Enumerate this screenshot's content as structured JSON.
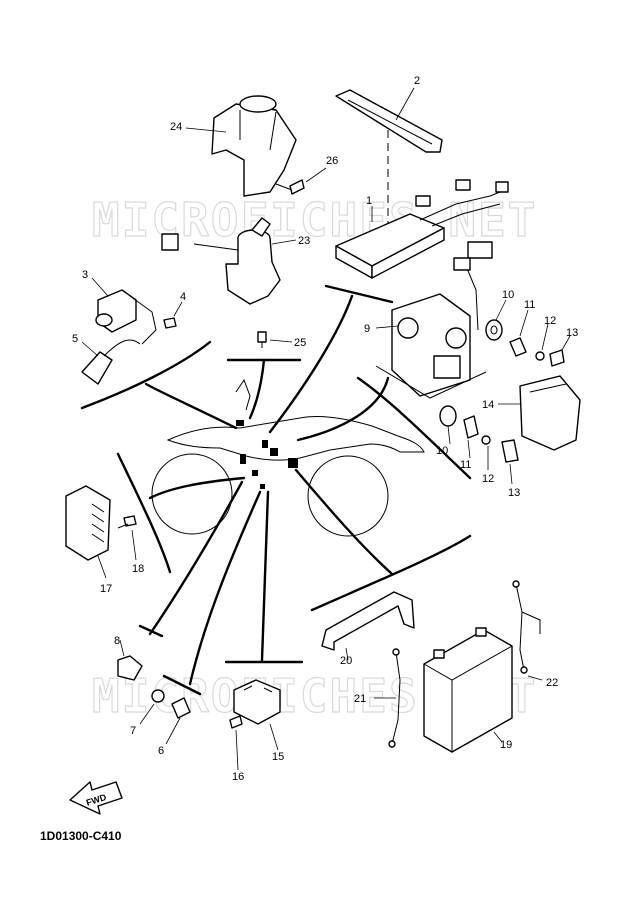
{
  "watermark": "MICROFICHES.NET",
  "diagram_code": "1D01300-C410",
  "fwd_label": "FWD",
  "part_labels": {
    "p1": "1",
    "p2": "2",
    "p3": "3",
    "p4": "4",
    "p5": "5",
    "p6": "6",
    "p7": "7",
    "p8": "8",
    "p9": "9",
    "p10a": "10",
    "p10b": "10",
    "p11a": "11",
    "p11b": "11",
    "p12a": "12",
    "p12b": "12",
    "p13a": "13",
    "p13b": "13",
    "p14": "14",
    "p15": "15",
    "p16": "16",
    "p17": "17",
    "p18": "18",
    "p19": "19",
    "p20": "20",
    "p21": "21",
    "p22": "22",
    "p23": "23",
    "p24": "24",
    "p25": "25",
    "p26": "26"
  }
}
